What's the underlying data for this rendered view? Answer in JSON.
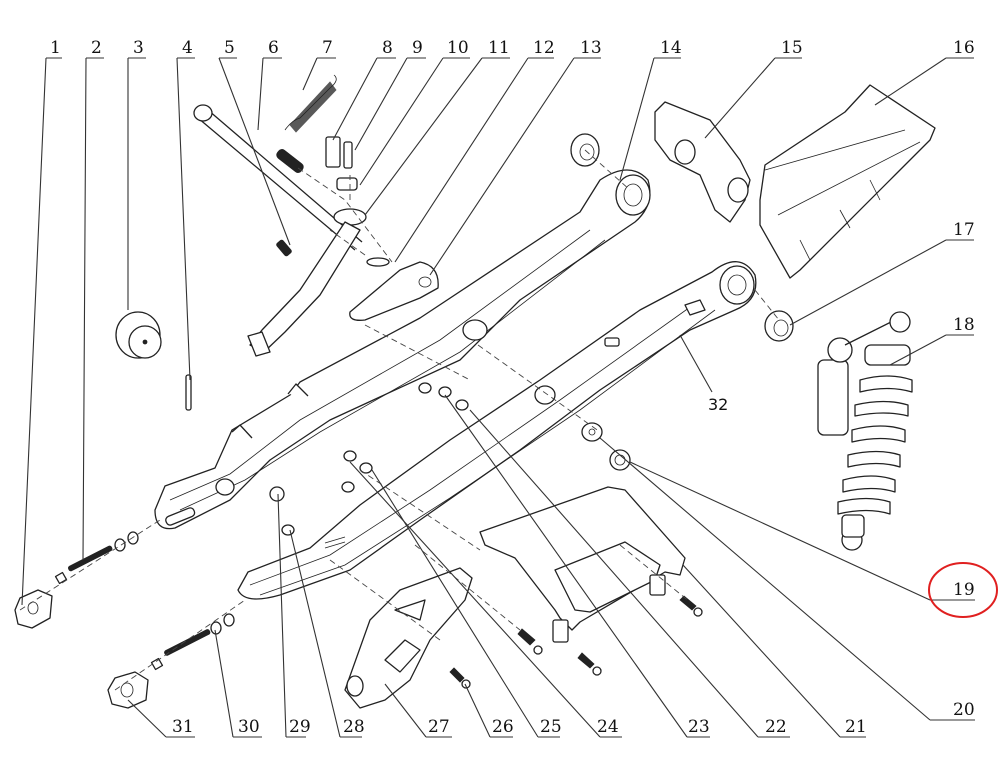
{
  "diagram": {
    "type": "exploded-parts-diagram",
    "subject": "motorcycle swingarm assembly with rear shock",
    "highlight_color": "#e02020",
    "highlighted_callout": "19",
    "callouts": [
      {
        "id": "1",
        "label": "1"
      },
      {
        "id": "2",
        "label": "2"
      },
      {
        "id": "3",
        "label": "3"
      },
      {
        "id": "4",
        "label": "4"
      },
      {
        "id": "5",
        "label": "5"
      },
      {
        "id": "6",
        "label": "6"
      },
      {
        "id": "7",
        "label": "7"
      },
      {
        "id": "8",
        "label": "8"
      },
      {
        "id": "9",
        "label": "9"
      },
      {
        "id": "10",
        "label": "10"
      },
      {
        "id": "11",
        "label": "11"
      },
      {
        "id": "12",
        "label": "12"
      },
      {
        "id": "13",
        "label": "13"
      },
      {
        "id": "14",
        "label": "14"
      },
      {
        "id": "15",
        "label": "15"
      },
      {
        "id": "16",
        "label": "16"
      },
      {
        "id": "17",
        "label": "17"
      },
      {
        "id": "18",
        "label": "18"
      },
      {
        "id": "19",
        "label": "19"
      },
      {
        "id": "20",
        "label": "20"
      },
      {
        "id": "21",
        "label": "21"
      },
      {
        "id": "22",
        "label": "22"
      },
      {
        "id": "23",
        "label": "23"
      },
      {
        "id": "24",
        "label": "24"
      },
      {
        "id": "25",
        "label": "25"
      },
      {
        "id": "26",
        "label": "26"
      },
      {
        "id": "27",
        "label": "27"
      },
      {
        "id": "28",
        "label": "28"
      },
      {
        "id": "29",
        "label": "29"
      },
      {
        "id": "30",
        "label": "30"
      },
      {
        "id": "31",
        "label": "31"
      },
      {
        "id": "32",
        "label": "32"
      }
    ],
    "parts": [
      {
        "name": "chain-adjuster-block-left",
        "callout": "1"
      },
      {
        "name": "adjuster-bolt-left",
        "callout": "2"
      },
      {
        "name": "swingarm-bushing",
        "callout": "3"
      },
      {
        "name": "pin",
        "callout": "4"
      },
      {
        "name": "kickstand-bolt",
        "callout": "5"
      },
      {
        "name": "swingarm-pivot-axle",
        "callout": "6"
      },
      {
        "name": "kickstand-spring",
        "callout": "7"
      },
      {
        "name": "pivot-bolt",
        "callout": "8"
      },
      {
        "name": "spring-post",
        "callout": "9"
      },
      {
        "name": "spacer",
        "callout": "10"
      },
      {
        "name": "kickstand",
        "callout": "11"
      },
      {
        "name": "washer",
        "callout": "12"
      },
      {
        "name": "kickstand-bracket",
        "callout": "13"
      },
      {
        "name": "swingarm-left-arm",
        "callout": "14"
      },
      {
        "name": "shock-link-bracket",
        "callout": "15"
      },
      {
        "name": "rear-fender-liner",
        "callout": "16"
      },
      {
        "name": "shock-bushing",
        "callout": "17"
      },
      {
        "name": "rear-shock-absorber",
        "callout": "18"
      },
      {
        "name": "flange-nut",
        "callout": "19"
      },
      {
        "name": "shock-washer",
        "callout": "20"
      },
      {
        "name": "chain-guard-bolt",
        "callout": "21"
      },
      {
        "name": "chain-guard",
        "callout": "22"
      },
      {
        "name": "nut",
        "callout": "23"
      },
      {
        "name": "washer",
        "callout": "24"
      },
      {
        "name": "chain-guide-bolt",
        "callout": "25"
      },
      {
        "name": "chain-guide-screw",
        "callout": "26"
      },
      {
        "name": "chain-guide",
        "callout": "27"
      },
      {
        "name": "nut",
        "callout": "28"
      },
      {
        "name": "cap",
        "callout": "29"
      },
      {
        "name": "adjuster-bolt-right",
        "callout": "30"
      },
      {
        "name": "chain-adjuster-block-right",
        "callout": "31"
      },
      {
        "name": "swingarm-right-arm",
        "callout": "32"
      }
    ]
  }
}
